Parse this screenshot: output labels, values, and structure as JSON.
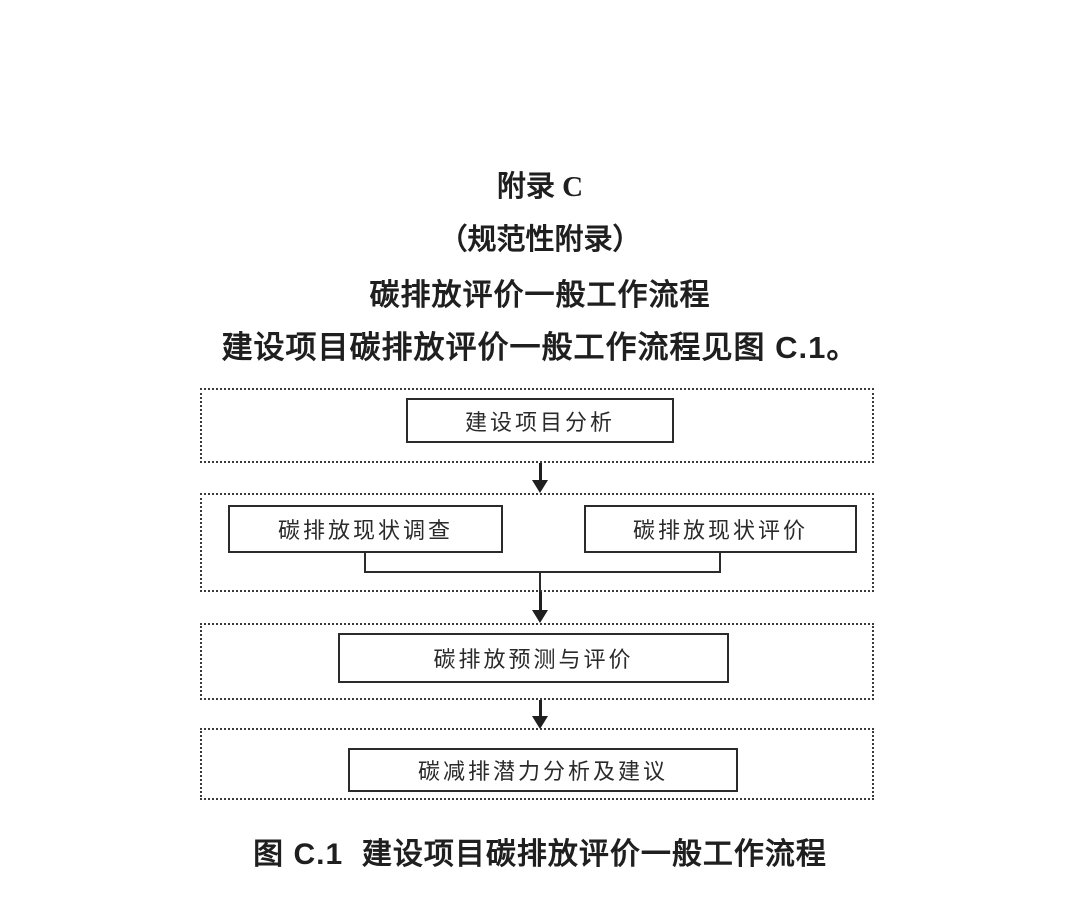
{
  "document": {
    "appendix_label": "附录 C",
    "appendix_type": "（规范性附录）",
    "appendix_subject": "碳排放评价一般工作流程",
    "intro_text": "建设项目碳排放评价一般工作流程见图 C.1。",
    "figure_caption": "图 C.1  建设项目碳排放评价一般工作流程"
  },
  "flowchart": {
    "nodes": [
      {
        "id": "project-analysis",
        "label": "建设项目分析"
      },
      {
        "id": "status-survey",
        "label": "碳排放现状调查"
      },
      {
        "id": "status-evaluation",
        "label": "碳排放现状评价"
      },
      {
        "id": "prediction-evaluation",
        "label": "碳排放预测与评价"
      },
      {
        "id": "reduction-potential",
        "label": "碳减排潜力分析及建议"
      }
    ]
  },
  "colors": {
    "background": "#ffffff",
    "text": "#1f1f1f",
    "node_border": "#2b2b2b",
    "stage_border_dotted": "#3a3a3a"
  }
}
